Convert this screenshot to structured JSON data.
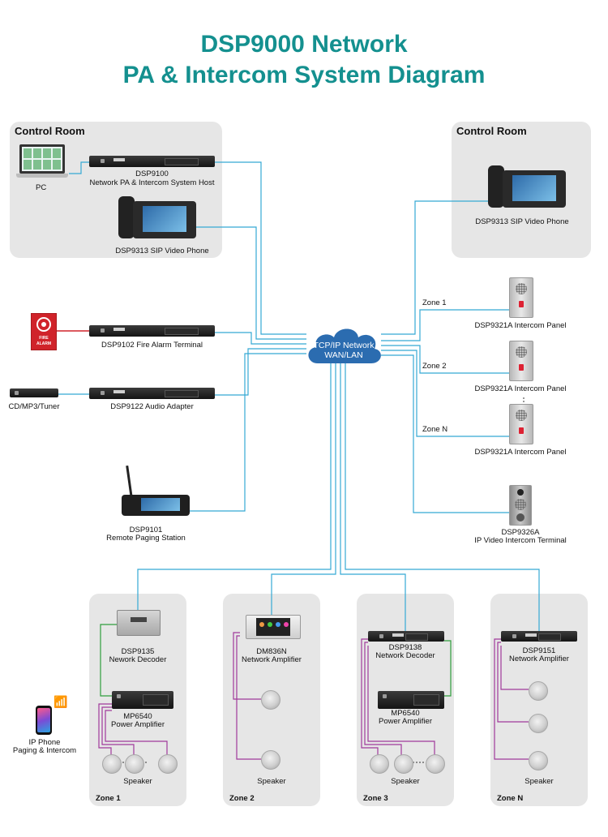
{
  "title": {
    "line1": "DSP9000 Network",
    "line2": "PA & Intercom System Diagram"
  },
  "colors": {
    "title": "#14908f",
    "network_line": "#35a9d4",
    "audio_line": "#a1399b",
    "control_line": "#2f9e3c",
    "alarm_line": "#d0232a",
    "panel_bg": "#e6e6e6",
    "cloud": "#2b6cb0"
  },
  "control_room_left": {
    "label": "Control Room",
    "pc_label": "PC",
    "host_label": [
      "DSP9100",
      "Network PA & Intercom System Host"
    ],
    "phone_label": "DSP9313 SIP Video Phone"
  },
  "control_room_right": {
    "label": "Control Room",
    "phone_label": "DSP9313 SIP Video Phone"
  },
  "fire_alarm": {
    "sign_text": [
      "FIRE",
      "ALARM"
    ],
    "terminal_label": "DSP9102 Fire Alarm Terminal"
  },
  "audio_source": {
    "label": "CD/MP3/Tuner",
    "adapter_label": "DSP9122 Audio Adapter"
  },
  "paging_station": {
    "label": [
      "DSP9101",
      "Remote Paging Station"
    ]
  },
  "network": {
    "line1": "TCP/IP Network",
    "line2": "WAN/LAN"
  },
  "intercom_zones": [
    {
      "zone": "Zone 1",
      "label": "DSP9321A Intercom Panel"
    },
    {
      "zone": "Zone 2",
      "label": "DSP9321A Intercom Panel"
    },
    {
      "zone": "Zone N",
      "label": "DSP9321A Intercom Panel"
    }
  ],
  "video_terminal": {
    "label": [
      "DSP9326A",
      "IP Video Intercom Terminal"
    ]
  },
  "ip_phone": {
    "label": [
      "IP Phone",
      "Paging & Intercom"
    ]
  },
  "bottom_zones": [
    {
      "name": "Zone 1",
      "device1": [
        "DSP9135",
        "Nework Decoder"
      ],
      "device2": [
        "MP6540",
        "Power Amplifier"
      ],
      "speaker": "Speaker"
    },
    {
      "name": "Zone 2",
      "device1": [
        "DM836N",
        "Network Amplifier"
      ],
      "speaker": "Speaker"
    },
    {
      "name": "Zone 3",
      "device1": [
        "DSP9138",
        "Network Decoder"
      ],
      "device2": [
        "MP6540",
        "Power Amplifier"
      ],
      "speaker": "Speaker"
    },
    {
      "name": "Zone N",
      "device1": [
        "DSP9151",
        "Network Amplifier"
      ],
      "speaker": "Speaker"
    }
  ]
}
